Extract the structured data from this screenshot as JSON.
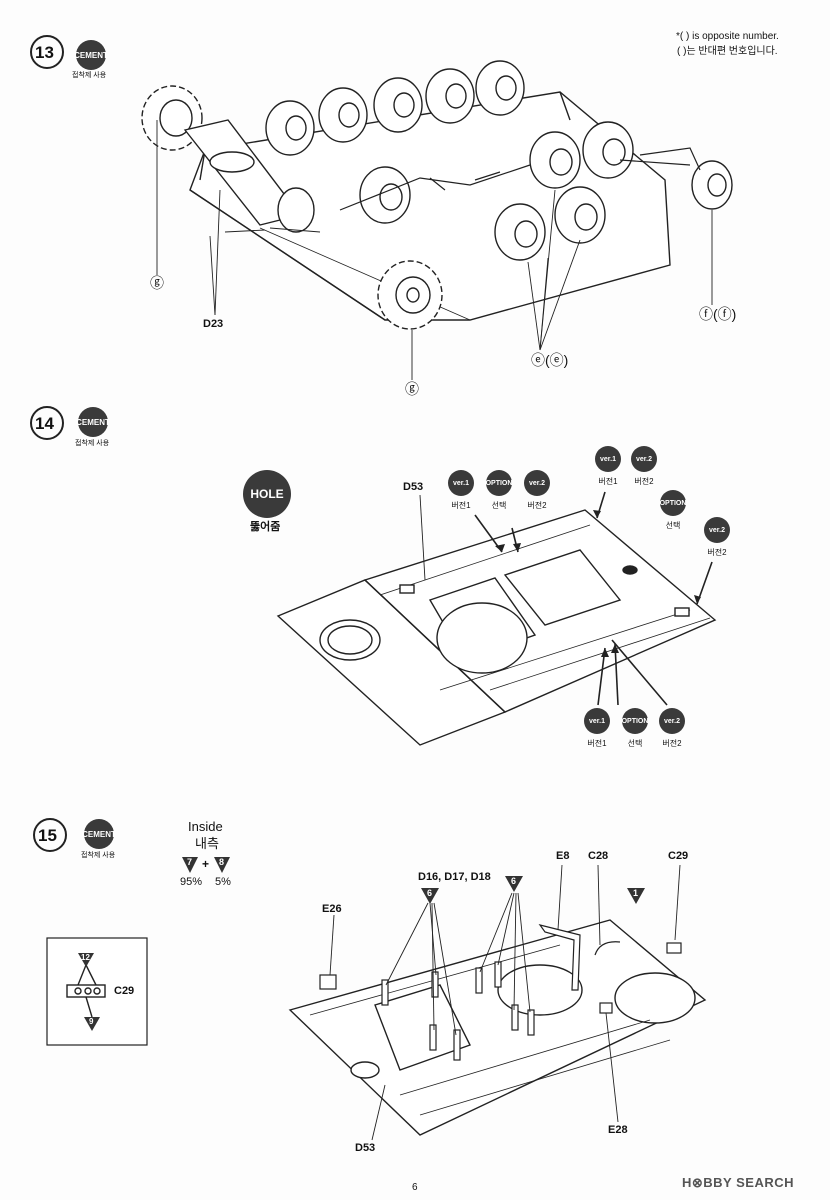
{
  "note": {
    "line1": "*(    ) is opposite number.",
    "line2": "(    )는 반대편 번호입니다."
  },
  "steps": [
    {
      "number": "13",
      "badge": "CEMENT",
      "caption": "접착제 사용"
    },
    {
      "number": "14",
      "badge": "CEMENT",
      "caption": "접착제 사용"
    },
    {
      "number": "15",
      "badge": "CEMENT",
      "caption": "접착제 사용"
    }
  ],
  "step13": {
    "labels": {
      "g_left": "ⓖ",
      "d23": "D23",
      "g_bottom": "ⓖ",
      "ee": "ⓔ(ⓔ)",
      "ff": "ⓕ(ⓕ)"
    }
  },
  "step14": {
    "hole_badge": "HOLE",
    "hole_caption": "뚫어줌",
    "part": "D53",
    "top_group": [
      {
        "badge": "ver.1",
        "caption": "버전1"
      },
      {
        "badge": "OPTION",
        "caption": "선택"
      },
      {
        "badge": "ver.2",
        "caption": "버전2"
      }
    ],
    "top_right_group": [
      {
        "badge": "ver.1",
        "caption": "버전1"
      },
      {
        "badge": "ver.2",
        "caption": "버전2"
      }
    ],
    "right_option": {
      "badge": "OPTION",
      "caption": "선택"
    },
    "right_ver2": {
      "badge": "ver.2",
      "caption": "버전2"
    },
    "bottom_group": [
      {
        "badge": "ver.1",
        "caption": "버전1"
      },
      {
        "badge": "OPTION",
        "caption": "선택"
      },
      {
        "badge": "ver.2",
        "caption": "버전2"
      }
    ]
  },
  "step15": {
    "paint": {
      "title_en": "Inside",
      "title_kr": "내측",
      "color_a": "7",
      "plus": "+",
      "color_b": "8",
      "pct_a": "95%",
      "pct_b": "5%"
    },
    "inset": {
      "top_num": "12",
      "part": "C29",
      "bottom_num": "9"
    },
    "labels": {
      "e26": "E26",
      "d16": "D16, D17, D18",
      "six_a": "6",
      "six_b": "6",
      "e8": "E8",
      "c28": "C28",
      "c29": "C29",
      "one": "1",
      "e28": "E28",
      "d53": "D53"
    }
  },
  "footer": {
    "page_number": "6",
    "watermark": "H⊗BBY SEARCH"
  }
}
